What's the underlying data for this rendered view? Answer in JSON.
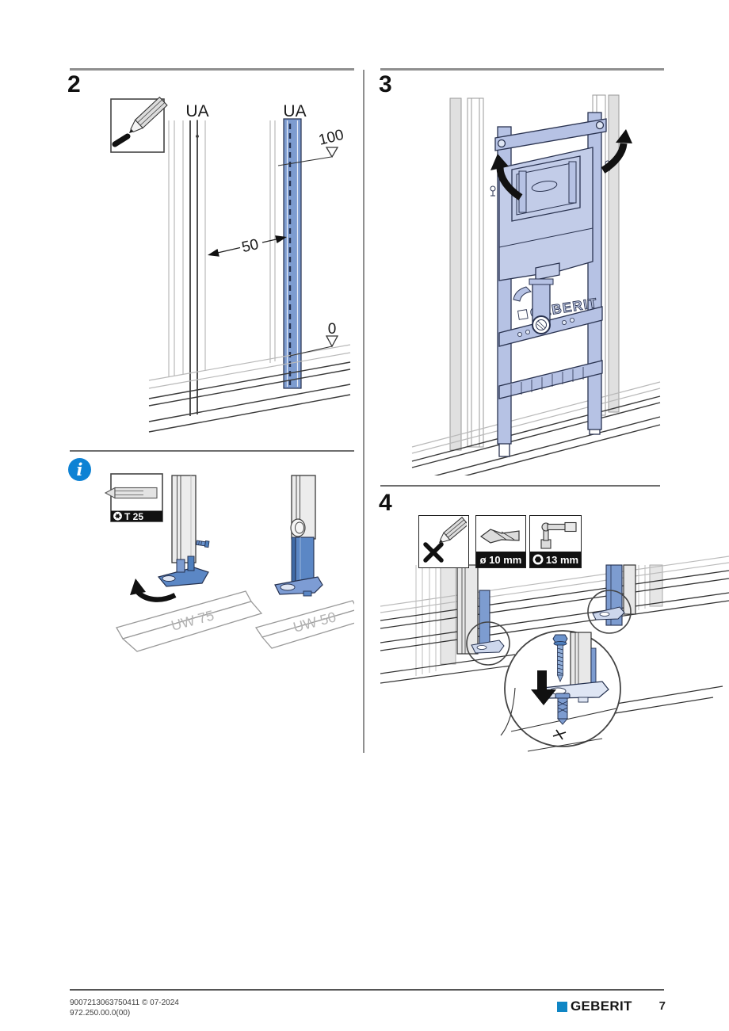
{
  "document": {
    "sections": {
      "step2": "2",
      "step3": "3",
      "step4": "4"
    },
    "fig2": {
      "label_ua_left": "UA",
      "label_ua_right": "UA",
      "dim_100": "100",
      "dim_50": "50",
      "dim_0": "0"
    },
    "info_note": {
      "glyph": "i",
      "torx_size": "T 25",
      "rail_left": "UW 75",
      "rail_right": "UW 50"
    },
    "fig3": {
      "embossed_logo": "GEBERIT"
    },
    "fig4": {
      "tool_drill_label": "ø 10 mm",
      "tool_socket_label": "13 mm"
    },
    "footer": {
      "doc_id": "9007213063750411 © 07-2024",
      "article_no": "972.250.00.0(00)",
      "brand": "GEBERIT",
      "page": "7"
    }
  },
  "icons": {
    "info": "info-icon",
    "pencil": "pencil-icon",
    "pencil_cross": "pencil-cross-icon",
    "torx": "torx-t25-icon",
    "drill": "drill-bit-icon",
    "socket": "socket-wrench-icon",
    "level_triangle": "level-triangle-icon",
    "rotate_arrow": "rotate-arrow-icon",
    "down_arrow": "down-arrow-icon",
    "brand_square": "geberit-logo-square"
  },
  "colors": {
    "steel_blue": "#7d9cd0",
    "cistern_blue": "#c2cce8",
    "frame_blue": "#b6c2e4",
    "foot_blue": "#5b87c5",
    "brand_blue": "#0f86c5",
    "info_blue": "#0e82d4"
  }
}
